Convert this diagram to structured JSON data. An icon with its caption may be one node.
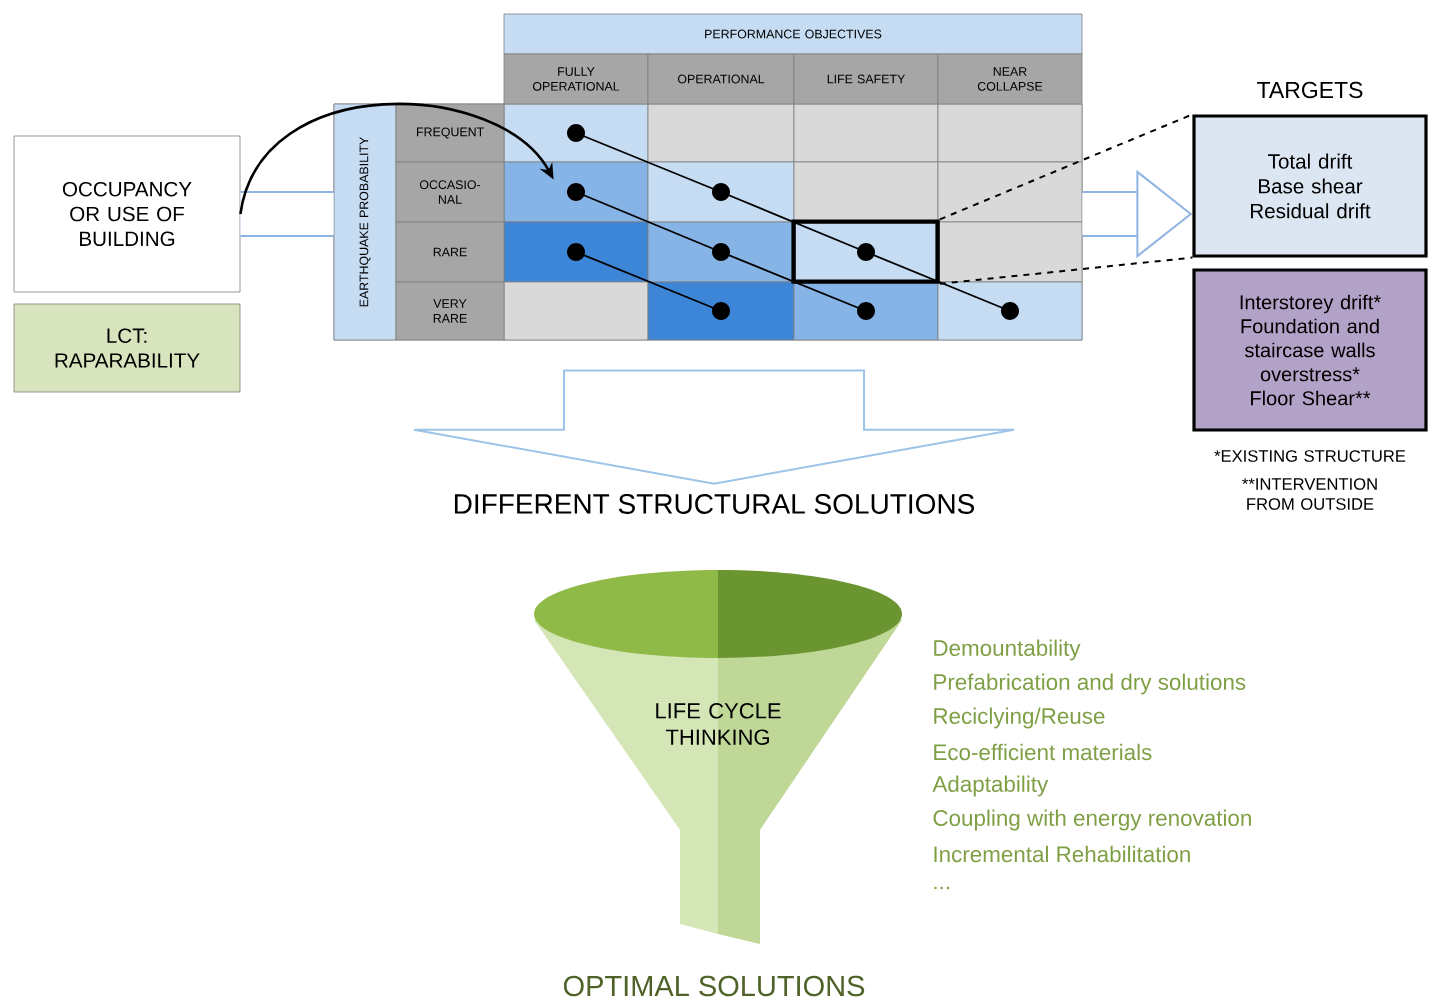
{
  "diagram": {
    "nodes": [
      {
        "text": [
          "OCCUPANCY OR USE OF BUILDING"
        ]
      },
      {
        "text": [
          "LCT: RAPARABILITY"
        ]
      },
      {
        "text": [],
        "shape": "box"
      },
      {
        "text": [],
        "shape": "box",
        "in": 2
      },
      {
        "text": [
          "TARGETS",
          "Total drift Base shear Residual drift"
        ]
      },
      {
        "text": [
          "Interstorey drift* Foundation and staircase walls overstress* Floor Shear**"
        ]
      },
      {
        "text": [
          "DIFFERENT STRUCTURAL SOLUTIONS"
        ]
      },
      {
        "text": [
          "LIFE CYCLE THINKING"
        ]
      }
    ],
    "edges": [
      {
        "from": 0,
        "to": 2,
        "arrow": "none",
        "style": "thick",
        "color": "#8eb4e3"
      },
      {
        "from": 2,
        "to": 4,
        "arrow": "to",
        "style": "thick",
        "color": "#8eb4e3"
      },
      {
        "from": 0,
        "to": 2,
        "arrow": "to"
      },
      {
        "from": 3,
        "to": 4,
        "arrow": "none",
        "style": "dashed"
      },
      {
        "from": 3,
        "to": 4,
        "arrow": "none",
        "style": "dashed"
      },
      {
        "from": 2,
        "to": 6,
        "arrow": "to",
        "style": "thick",
        "color": "#9dc3e6"
      }
    ],
    "labels": [
      "PERFORMANCE OBJECTIVES",
      "FULLY OPERATIONAL",
      "OPERATIONAL",
      "LIFE SAFETY",
      "NEAR COLLAPSE",
      "EARTHQUAKE PROBABILITY",
      "FREQUENT",
      "OCCASIO- NAL",
      "RARE",
      "VERY RARE",
      "*EXISTING STRUCTURE",
      "**INTERVENTION FROM OUTSIDE",
      "Demountability",
      "Prefabrication and dry solutions",
      "Reciclying/Reuse",
      "Eco-efficient materials",
      "Adaptability",
      "Coupling with energy renovation",
      "Incremental Rehabilitation",
      "...",
      "OPTIMAL SOLUTIONS"
    ]
  }
}
